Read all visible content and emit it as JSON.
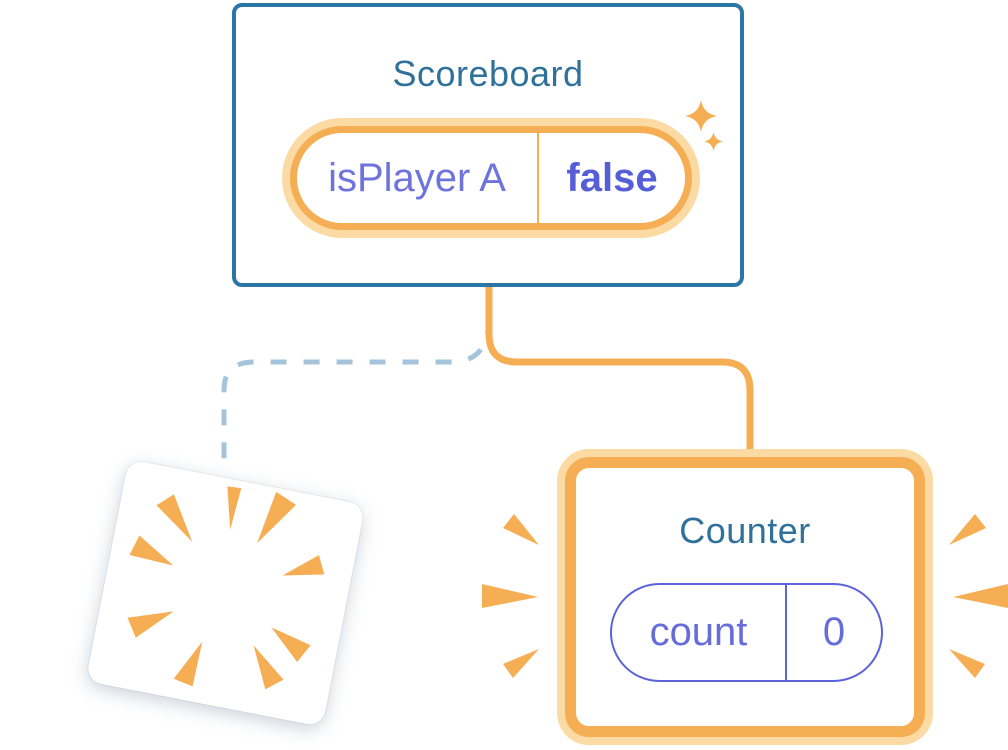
{
  "diagram": {
    "scoreboard": {
      "title": "Scoreboard",
      "state": {
        "label": "isPlayer A",
        "value": "false"
      }
    },
    "counter": {
      "title": "Counter",
      "state": {
        "label": "count",
        "value": "0"
      }
    },
    "icons": [
      "sparkle-icon",
      "sparkle-icon-small",
      "explosion-burst-icon",
      "emphasis-rays-icon"
    ],
    "colors": {
      "background": "#ffffff",
      "card_border_blue": "#2C75A7",
      "title_teal": "#30719B",
      "highlight_orange": "#F6AE54",
      "highlight_orange_glow": "#FBDAA4",
      "state_label_purple": "#6F74DD",
      "state_value_purple": "#565ED7",
      "counter_pill_purple": "#5D63DA",
      "dashed_connector_blue": "#A5C4DB"
    }
  }
}
